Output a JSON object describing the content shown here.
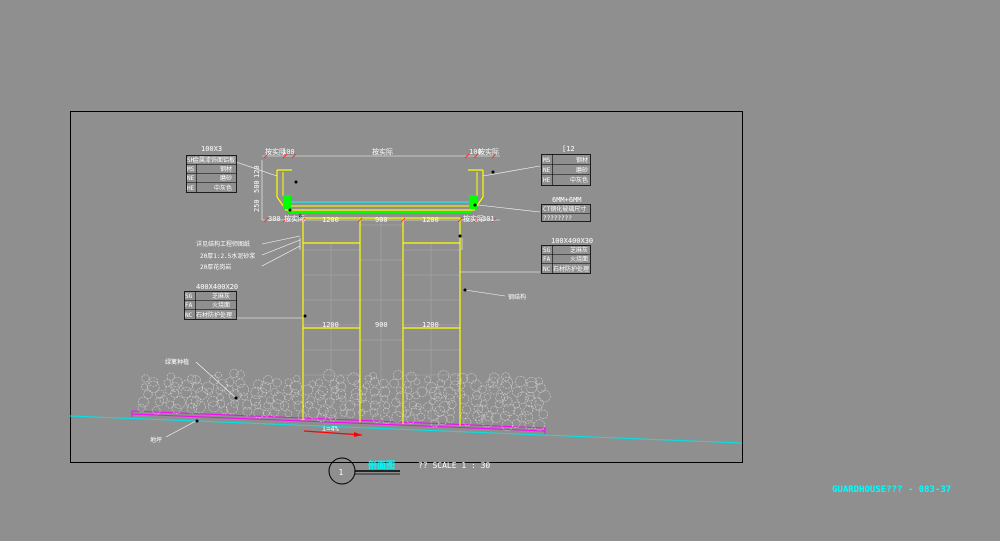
{
  "drawing": {
    "sheet_code": "GUARDHOUSE??? - 083-37",
    "section_number": "1",
    "section_title": "剖面图",
    "scale_label": "?? SCALE 1 : 30"
  },
  "dimensions": {
    "top_left_100": "100",
    "top_mid": "按实际",
    "top_right_100": "100",
    "top_left_side": "按实际",
    "top_right_side": "按实际",
    "vert_250": "250",
    "vert_500": "500",
    "vert_120": "120",
    "row1_300": "300",
    "row1_left_side": "按实际",
    "row1_1200a": "1200",
    "row1_900": "900",
    "row1_1200b": "1200",
    "row1_right_side": "按实际",
    "row1_301": "301",
    "row2_1200a": "1200",
    "row2_900": "900",
    "row2_1200b": "1200",
    "slope": "i=4%"
  },
  "legend_boxes": {
    "left_top": {
      "title": "100X3",
      "rows": [
        {
          "code": "SH",
          "desc": "金属漆饰面铝板"
        },
        {
          "code": "MS",
          "desc": "钢材"
        },
        {
          "code": "NE",
          "desc": "磨砂"
        },
        {
          "code": "HE",
          "desc": "中灰色"
        }
      ]
    },
    "left_bottom": {
      "title": "400X400X20",
      "rows": [
        {
          "code": "SG",
          "desc": "芝麻灰"
        },
        {
          "code": "FA",
          "desc": "火烧面"
        },
        {
          "code": "NC",
          "desc": "石材防护处理"
        }
      ]
    },
    "right_top": {
      "title": "[12",
      "rows": [
        {
          "code": "MS",
          "desc": "钢材"
        },
        {
          "code": "NE",
          "desc": "磨砂"
        },
        {
          "code": "HE",
          "desc": "中灰色"
        }
      ]
    },
    "right_mid": {
      "title": "6MM+6MM",
      "line2": "CT钢化玻璃尺寸",
      "line3": "????????"
    },
    "right_bottom": {
      "title": "100X400X30",
      "rows": [
        {
          "code": "SG",
          "desc": "芝麻灰"
        },
        {
          "code": "FA",
          "desc": "火烧面"
        },
        {
          "code": "NC",
          "desc": "石材防护处理"
        }
      ]
    }
  },
  "callouts": {
    "struct_note": "详见结构工程师图纸",
    "mortar_note": "20厚1:2.5水泥砂浆",
    "granite_note": "20厚花岗岩",
    "right_wall_note": "钢结构",
    "plant_note": "绿篱种植",
    "ground_note": "地坪"
  },
  "colors": {
    "background": "#8f8f8f",
    "frame": "#000000",
    "structure": "#ffff00",
    "glass": "#00ffff",
    "green": "#00ff00",
    "ground": "#00e5e5",
    "planter": "#ff00ff",
    "slope_arrow": "#ff0000",
    "hedge": "#d0d0d0"
  }
}
